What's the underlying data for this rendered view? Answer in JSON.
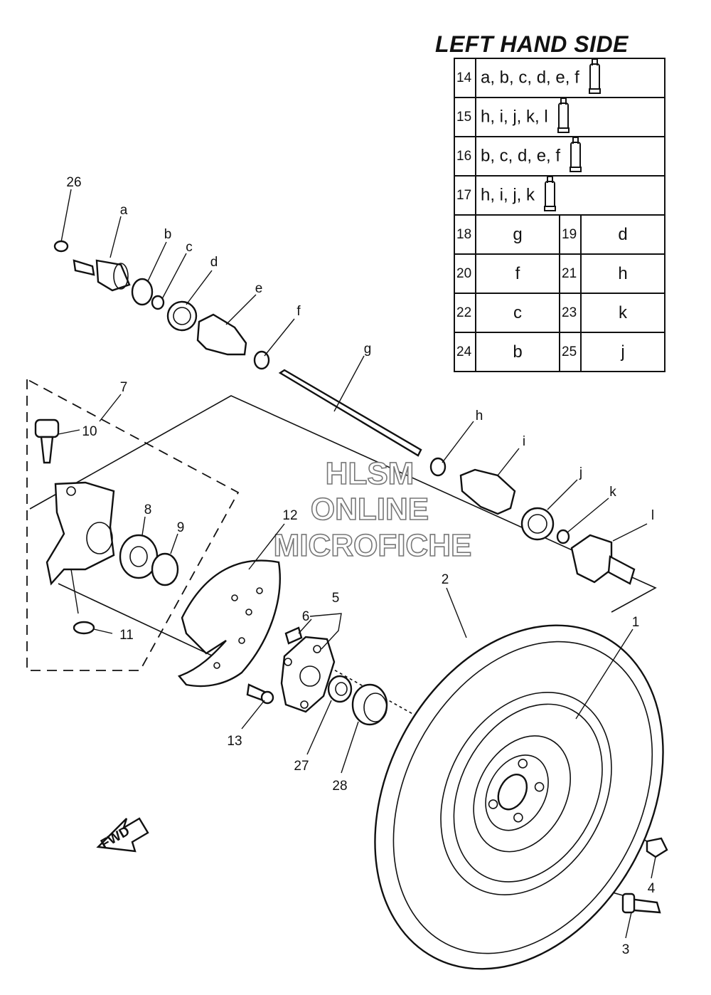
{
  "title": "LEFT HAND SIDE",
  "lubrication_table": {
    "wide_rows": [
      {
        "no": "14",
        "parts": "a, b, c, d, e, f",
        "icon": "grease-tube-icon"
      },
      {
        "no": "15",
        "parts": "h, i, j, k, l",
        "icon": "grease-tube-icon"
      },
      {
        "no": "16",
        "parts": "b, c, d, e, f",
        "icon": "grease-tube-icon"
      },
      {
        "no": "17",
        "parts": "h, i, j, k",
        "icon": "grease-tube-icon"
      }
    ],
    "pair_rows": [
      {
        "no1": "18",
        "val1": "g",
        "no2": "19",
        "val2": "d"
      },
      {
        "no1": "20",
        "val1": "f",
        "no2": "21",
        "val2": "h"
      },
      {
        "no1": "22",
        "val1": "c",
        "no2": "23",
        "val2": "k"
      },
      {
        "no1": "24",
        "val1": "b",
        "no2": "25",
        "val2": "j"
      }
    ]
  },
  "callouts": {
    "n1": "1",
    "n2": "2",
    "n3": "3",
    "n4": "4",
    "n5": "5",
    "n6": "6",
    "n7": "7",
    "n8": "8",
    "n9": "9",
    "n10": "10",
    "n11": "11",
    "n12": "12",
    "n13": "13",
    "n26": "26",
    "n27": "27",
    "n28": "28"
  },
  "letters": {
    "a": "a",
    "b": "b",
    "c": "c",
    "d": "d",
    "e": "e",
    "f": "f",
    "g": "g",
    "h": "h",
    "i": "i",
    "j": "j",
    "k": "k",
    "l": "l"
  },
  "direction_arrow": "FWD",
  "watermark": [
    "HLSM",
    "ONLINE",
    "MICROFICHE"
  ]
}
